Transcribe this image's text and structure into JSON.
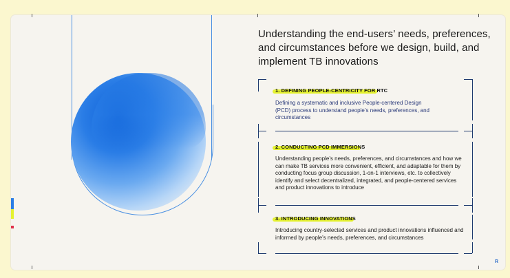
{
  "slide": {
    "headline": "Understanding the end-users’ needs, preferences, and circumstances before we design, build, and implement TB innovations",
    "sections": [
      {
        "title": "1. DEFINING PEOPLE-CENTRICITY FOR RTC",
        "body": "Defining a systematic and inclusive People-centered Design (PCD) process to understand people’s needs, preferences, and circumstances"
      },
      {
        "title": "2. CONDUCTING PCD IMMERSIONS",
        "body": "Understanding people’s needs, preferences, and circumstances and how we can make TB services more convenient, efficient, and adaptable for them by conducting focus group discussion, 1-on-1 interviews, etc. to collectively identify and select decentralized, integrated, and people-centered services and product innovations to introduce"
      },
      {
        "title": "3. INTRODUCING INNOVATIONS",
        "body": "Introducing country-selected services and product innovations influenced and informed by people’s needs, preferences, and circumstances"
      }
    ],
    "corner_mark": "R"
  },
  "colors": {
    "outer_background": "#fbf7cf",
    "slide_background": "#f6f4ef",
    "orb_blue": "#0c5fd6",
    "frame_navy": "#1e3a6e",
    "highlight_yellow": "#e5f230"
  }
}
